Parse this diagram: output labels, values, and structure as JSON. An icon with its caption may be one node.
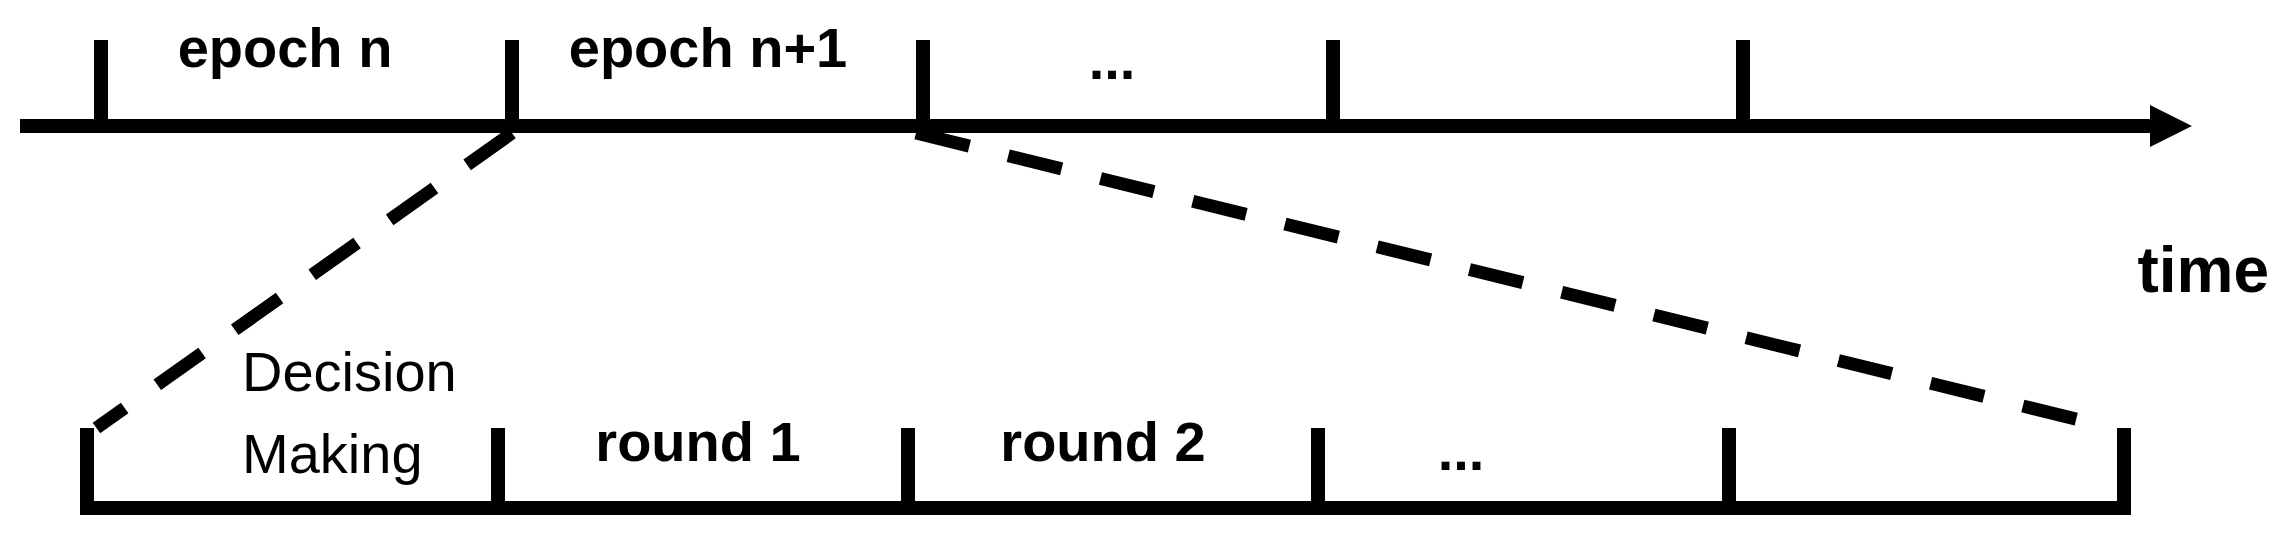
{
  "diagram": {
    "nodes": [
      {
        "text": [
          "epoch n"
        ]
      },
      {
        "text": [
          "epoch n+1"
        ]
      },
      {
        "text": [
          "..."
        ]
      },
      {
        "text": [],
        "shape": "bar"
      },
      {
        "text": [],
        "shape": "bar"
      },
      {
        "text": [
          "Decision Making"
        ]
      },
      {
        "text": [
          "round 1"
        ]
      },
      {
        "text": [
          "round 2"
        ]
      },
      {
        "text": [
          "..."
        ]
      },
      {
        "text": [],
        "shape": "bar"
      }
    ],
    "edges": [
      {
        "from": 1,
        "to": 5,
        "arrow": "none",
        "style": "dashed"
      },
      {
        "from": 1,
        "to": 9,
        "arrow": "none",
        "style": "dashed"
      }
    ],
    "labels": [
      "time"
    ]
  }
}
